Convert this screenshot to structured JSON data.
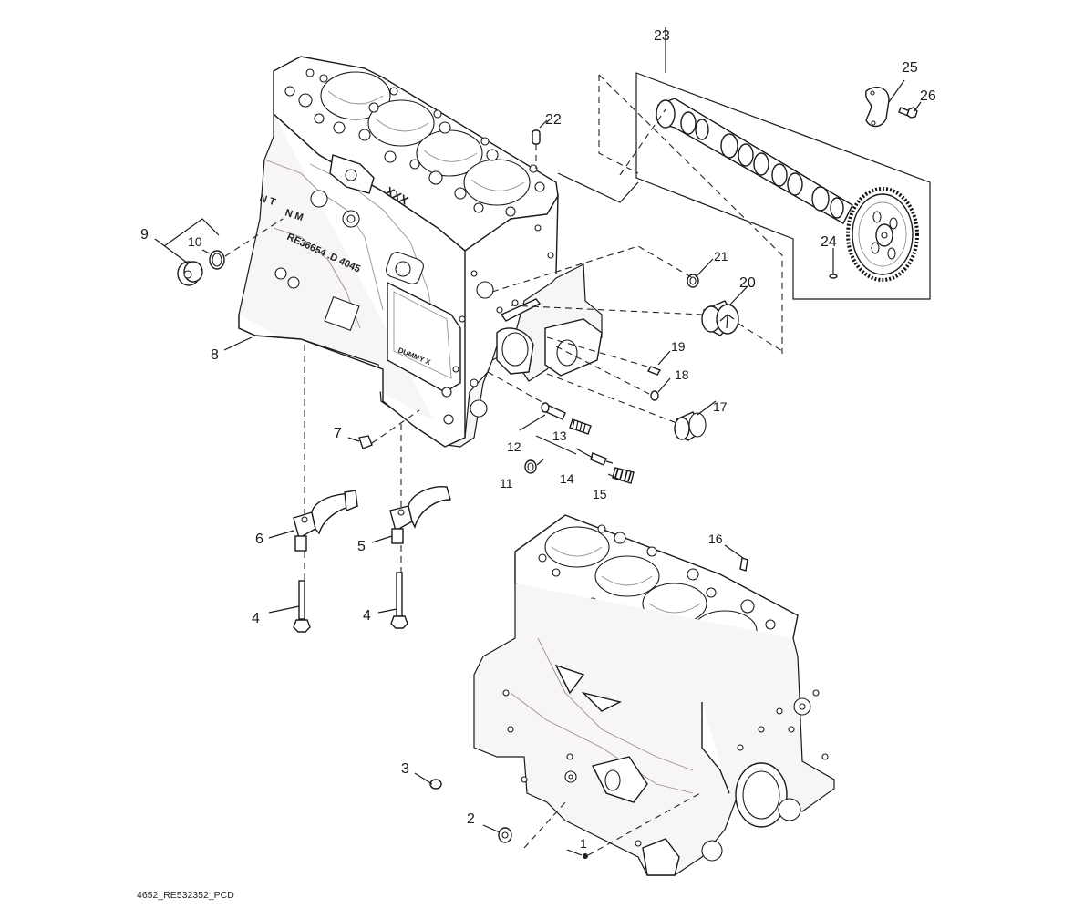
{
  "diagram": {
    "caption": "4652_RE532352_PCD",
    "embossed_text": {
      "block_casting": "RE36654 .D 4045",
      "mark_nt": "N T",
      "mark_nm": "N M",
      "mark_xxx": "XXX",
      "mark_dummy": "DUMMY X"
    },
    "callouts": [
      {
        "id": "1",
        "label": "1",
        "part": "plug (small)"
      },
      {
        "id": "2",
        "label": "2",
        "part": "plug"
      },
      {
        "id": "3",
        "label": "3",
        "part": "plug"
      },
      {
        "id": "4a",
        "label": "4",
        "part": "main bearing cap screw"
      },
      {
        "id": "4b",
        "label": "4",
        "part": "main bearing cap screw"
      },
      {
        "id": "5",
        "label": "5",
        "part": "main bearing cap"
      },
      {
        "id": "6",
        "label": "6",
        "part": "main bearing cap"
      },
      {
        "id": "7",
        "label": "7",
        "part": "plug"
      },
      {
        "id": "8",
        "label": "8",
        "part": "cylinder block"
      },
      {
        "id": "9",
        "label": "9",
        "part": "plug assembly"
      },
      {
        "id": "10",
        "label": "10",
        "part": "o-ring"
      },
      {
        "id": "11",
        "label": "11",
        "part": "washer"
      },
      {
        "id": "12",
        "label": "12",
        "part": "valve assembly"
      },
      {
        "id": "13",
        "label": "13",
        "part": "spring"
      },
      {
        "id": "14",
        "label": "14",
        "part": "valve"
      },
      {
        "id": "15",
        "label": "15",
        "part": "spring"
      },
      {
        "id": "16",
        "label": "16",
        "part": "fitting"
      },
      {
        "id": "17",
        "label": "17",
        "part": "bushing"
      },
      {
        "id": "18",
        "label": "18",
        "part": "plug"
      },
      {
        "id": "19",
        "label": "19",
        "part": "pin"
      },
      {
        "id": "20",
        "label": "20",
        "part": "camshaft bushing"
      },
      {
        "id": "21",
        "label": "21",
        "part": "plug"
      },
      {
        "id": "22",
        "label": "22",
        "part": "dowel pin"
      },
      {
        "id": "23",
        "label": "23",
        "part": "camshaft assembly"
      },
      {
        "id": "24",
        "label": "24",
        "part": "key"
      },
      {
        "id": "25",
        "label": "25",
        "part": "thrust plate"
      },
      {
        "id": "26",
        "label": "26",
        "part": "cap screw"
      }
    ]
  }
}
